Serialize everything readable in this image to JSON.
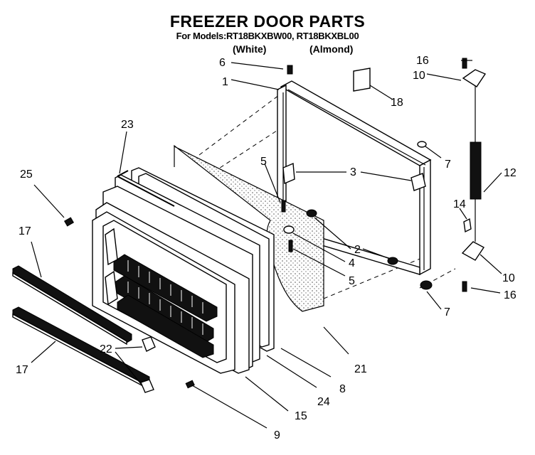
{
  "header": {
    "title": "FREEZER DOOR PARTS",
    "models_line": "For Models:RT18BKXBW00, RT18BKXBL00",
    "color_white": "(White)",
    "color_almond": "(Almond)"
  },
  "callouts": {
    "c1": "1",
    "c2": "2",
    "c3": "3",
    "c4": "4",
    "c5a": "5",
    "c5b": "5",
    "c6": "6",
    "c7a": "7",
    "c7b": "7",
    "c8": "8",
    "c9": "9",
    "c10a": "10",
    "c10b": "10",
    "c12": "12",
    "c14": "14",
    "c15": "15",
    "c16a": "16",
    "c16b": "16",
    "c17a": "17",
    "c17b": "17",
    "c18": "18",
    "c21": "21",
    "c22": "22",
    "c23": "23",
    "c24": "24",
    "c25": "25"
  }
}
